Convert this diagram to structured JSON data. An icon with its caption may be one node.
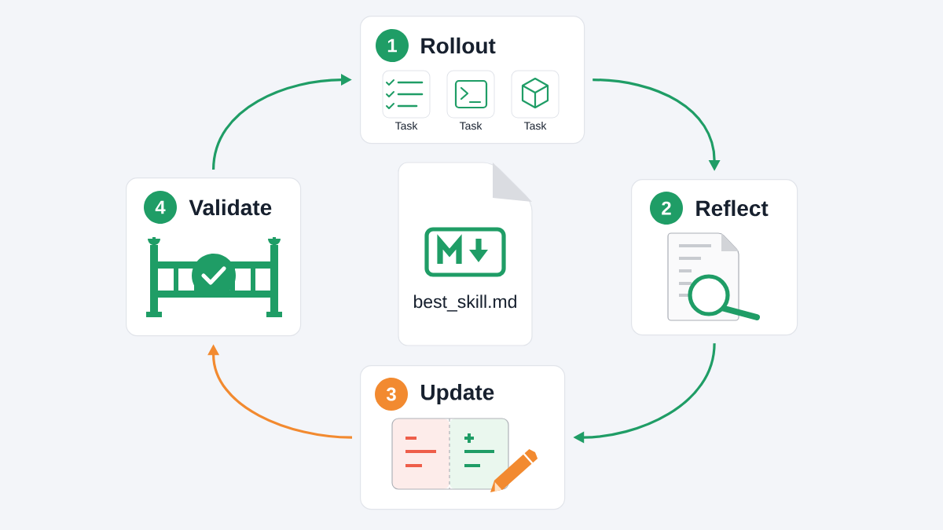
{
  "diagram": {
    "nodes": [
      {
        "text": [
          "Rollout"
        ]
      },
      {
        "text": [
          "1"
        ],
        "in": 0
      },
      {
        "text": [
          "Task"
        ],
        "in": 0
      },
      {
        "text": [
          "Task"
        ],
        "in": 0
      },
      {
        "text": [
          "Task"
        ],
        "in": 0
      },
      {
        "text": [
          "Reflect"
        ]
      },
      {
        "text": [
          "2"
        ],
        "in": 5
      },
      {
        "text": [
          "Update"
        ]
      },
      {
        "text": [
          "3"
        ],
        "in": 7
      },
      {
        "text": [
          "Validate"
        ]
      },
      {
        "text": [
          "4"
        ],
        "in": 9
      },
      {
        "text": [
          "best_skill.md"
        ]
      }
    ],
    "edges": [
      {
        "from": 0,
        "to": 5,
        "arrow": "to"
      },
      {
        "from": 5,
        "to": 7,
        "arrow": "to"
      },
      {
        "from": 7,
        "to": 9,
        "arrow": "to",
        "color": "#f28a30"
      },
      {
        "from": 9,
        "to": 0,
        "arrow": "to"
      }
    ]
  }
}
